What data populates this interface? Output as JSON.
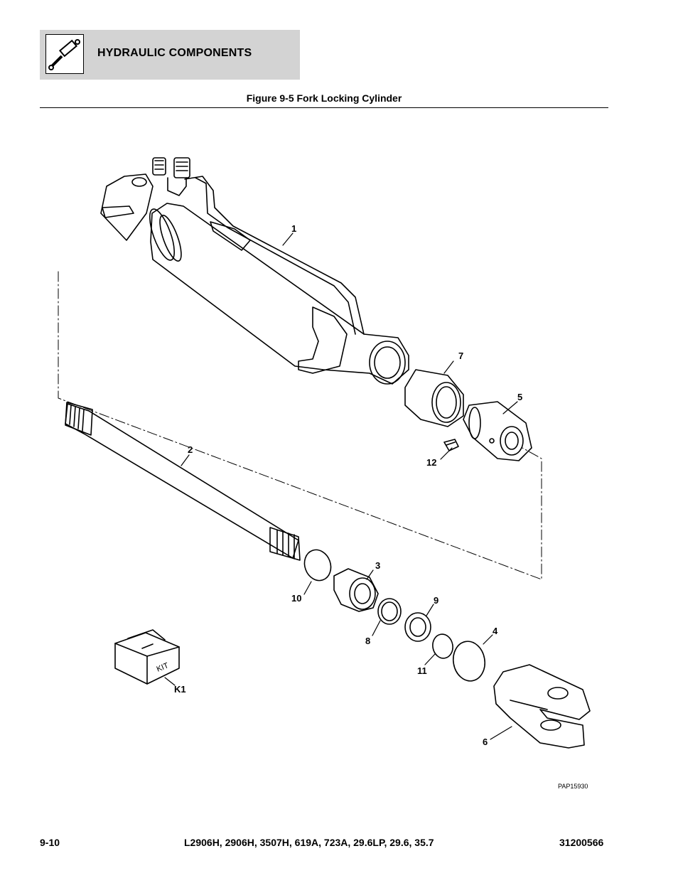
{
  "header": {
    "section_title": "HYDRAULIC COMPONENTS",
    "icon": "hydraulic-cylinder-icon"
  },
  "figure": {
    "title": "Figure 9-5 Fork Locking Cylinder",
    "reference_code": "PAP15930",
    "kit_label": "KIT",
    "callouts": {
      "c1": "1",
      "c2": "2",
      "c3": "3",
      "c4": "4",
      "c5": "5",
      "c6": "6",
      "c7": "7",
      "c8": "8",
      "c9": "9",
      "c10": "10",
      "c11": "11",
      "c12": "12",
      "k1": "K1"
    }
  },
  "footer": {
    "page_number": "9-10",
    "models": "L2906H, 2906H, 3507H, 619A, 723A, 29.6LP, 29.6, 35.7",
    "document_number": "31200566"
  }
}
